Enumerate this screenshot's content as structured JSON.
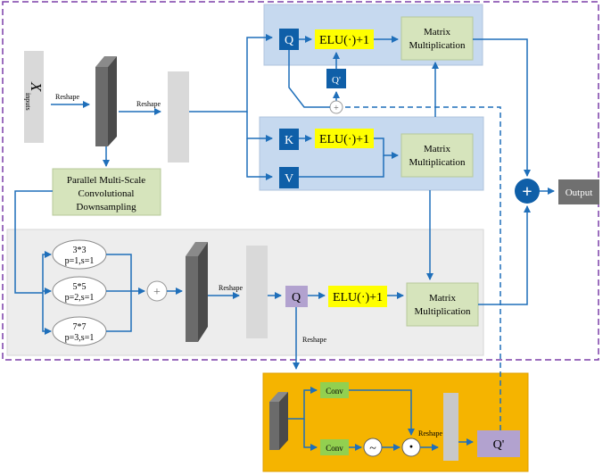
{
  "colors": {
    "arrow": "#1f6fba",
    "panel_blue": "#c6d9ef",
    "panel_gray": "#ededed",
    "panel_orange": "#f5b400",
    "box_green": "#d6e4bc",
    "box_yellow": "#ffff00",
    "box_dark_blue": "#0f5fa8",
    "box_purple": "#b2a2cf",
    "box_gray": "#707070",
    "dash_purple": "#7c3fa8",
    "conv_green": "#92d050"
  },
  "input": {
    "symbol": "X",
    "subscript": "inputs"
  },
  "reshape_label": "Reshape",
  "top_branch": {
    "q": "Q",
    "q_prime": "Q'",
    "elu": "ELU(·)+1",
    "matmul_line1": "Matrix",
    "matmul_line2": "Multiplication"
  },
  "mid_branch": {
    "k": "K",
    "v": "V",
    "elu": "ELU(·)+1",
    "matmul_line1": "Matrix",
    "matmul_line2": "Multiplication"
  },
  "downsampling": {
    "line1": "Parallel Multi-Scale",
    "line2": "Convolutional",
    "line3": "Downsampling"
  },
  "kernels": [
    {
      "size": "3*3",
      "params": "p=1,s=1"
    },
    {
      "size": "5*5",
      "params": "p=2,s=1"
    },
    {
      "size": "7*7",
      "params": "p=3,s=1"
    }
  ],
  "bottom_branch": {
    "q": "Q",
    "elu": "ELU(·)+1",
    "matmul_line1": "Matrix",
    "matmul_line2": "Multiplication"
  },
  "plus_symbol": "+",
  "output": "Output",
  "orange_module": {
    "conv_top": "Conv",
    "conv_bottom": "Conv",
    "sine": "~",
    "dot": "·",
    "q_prime": "Q'"
  }
}
